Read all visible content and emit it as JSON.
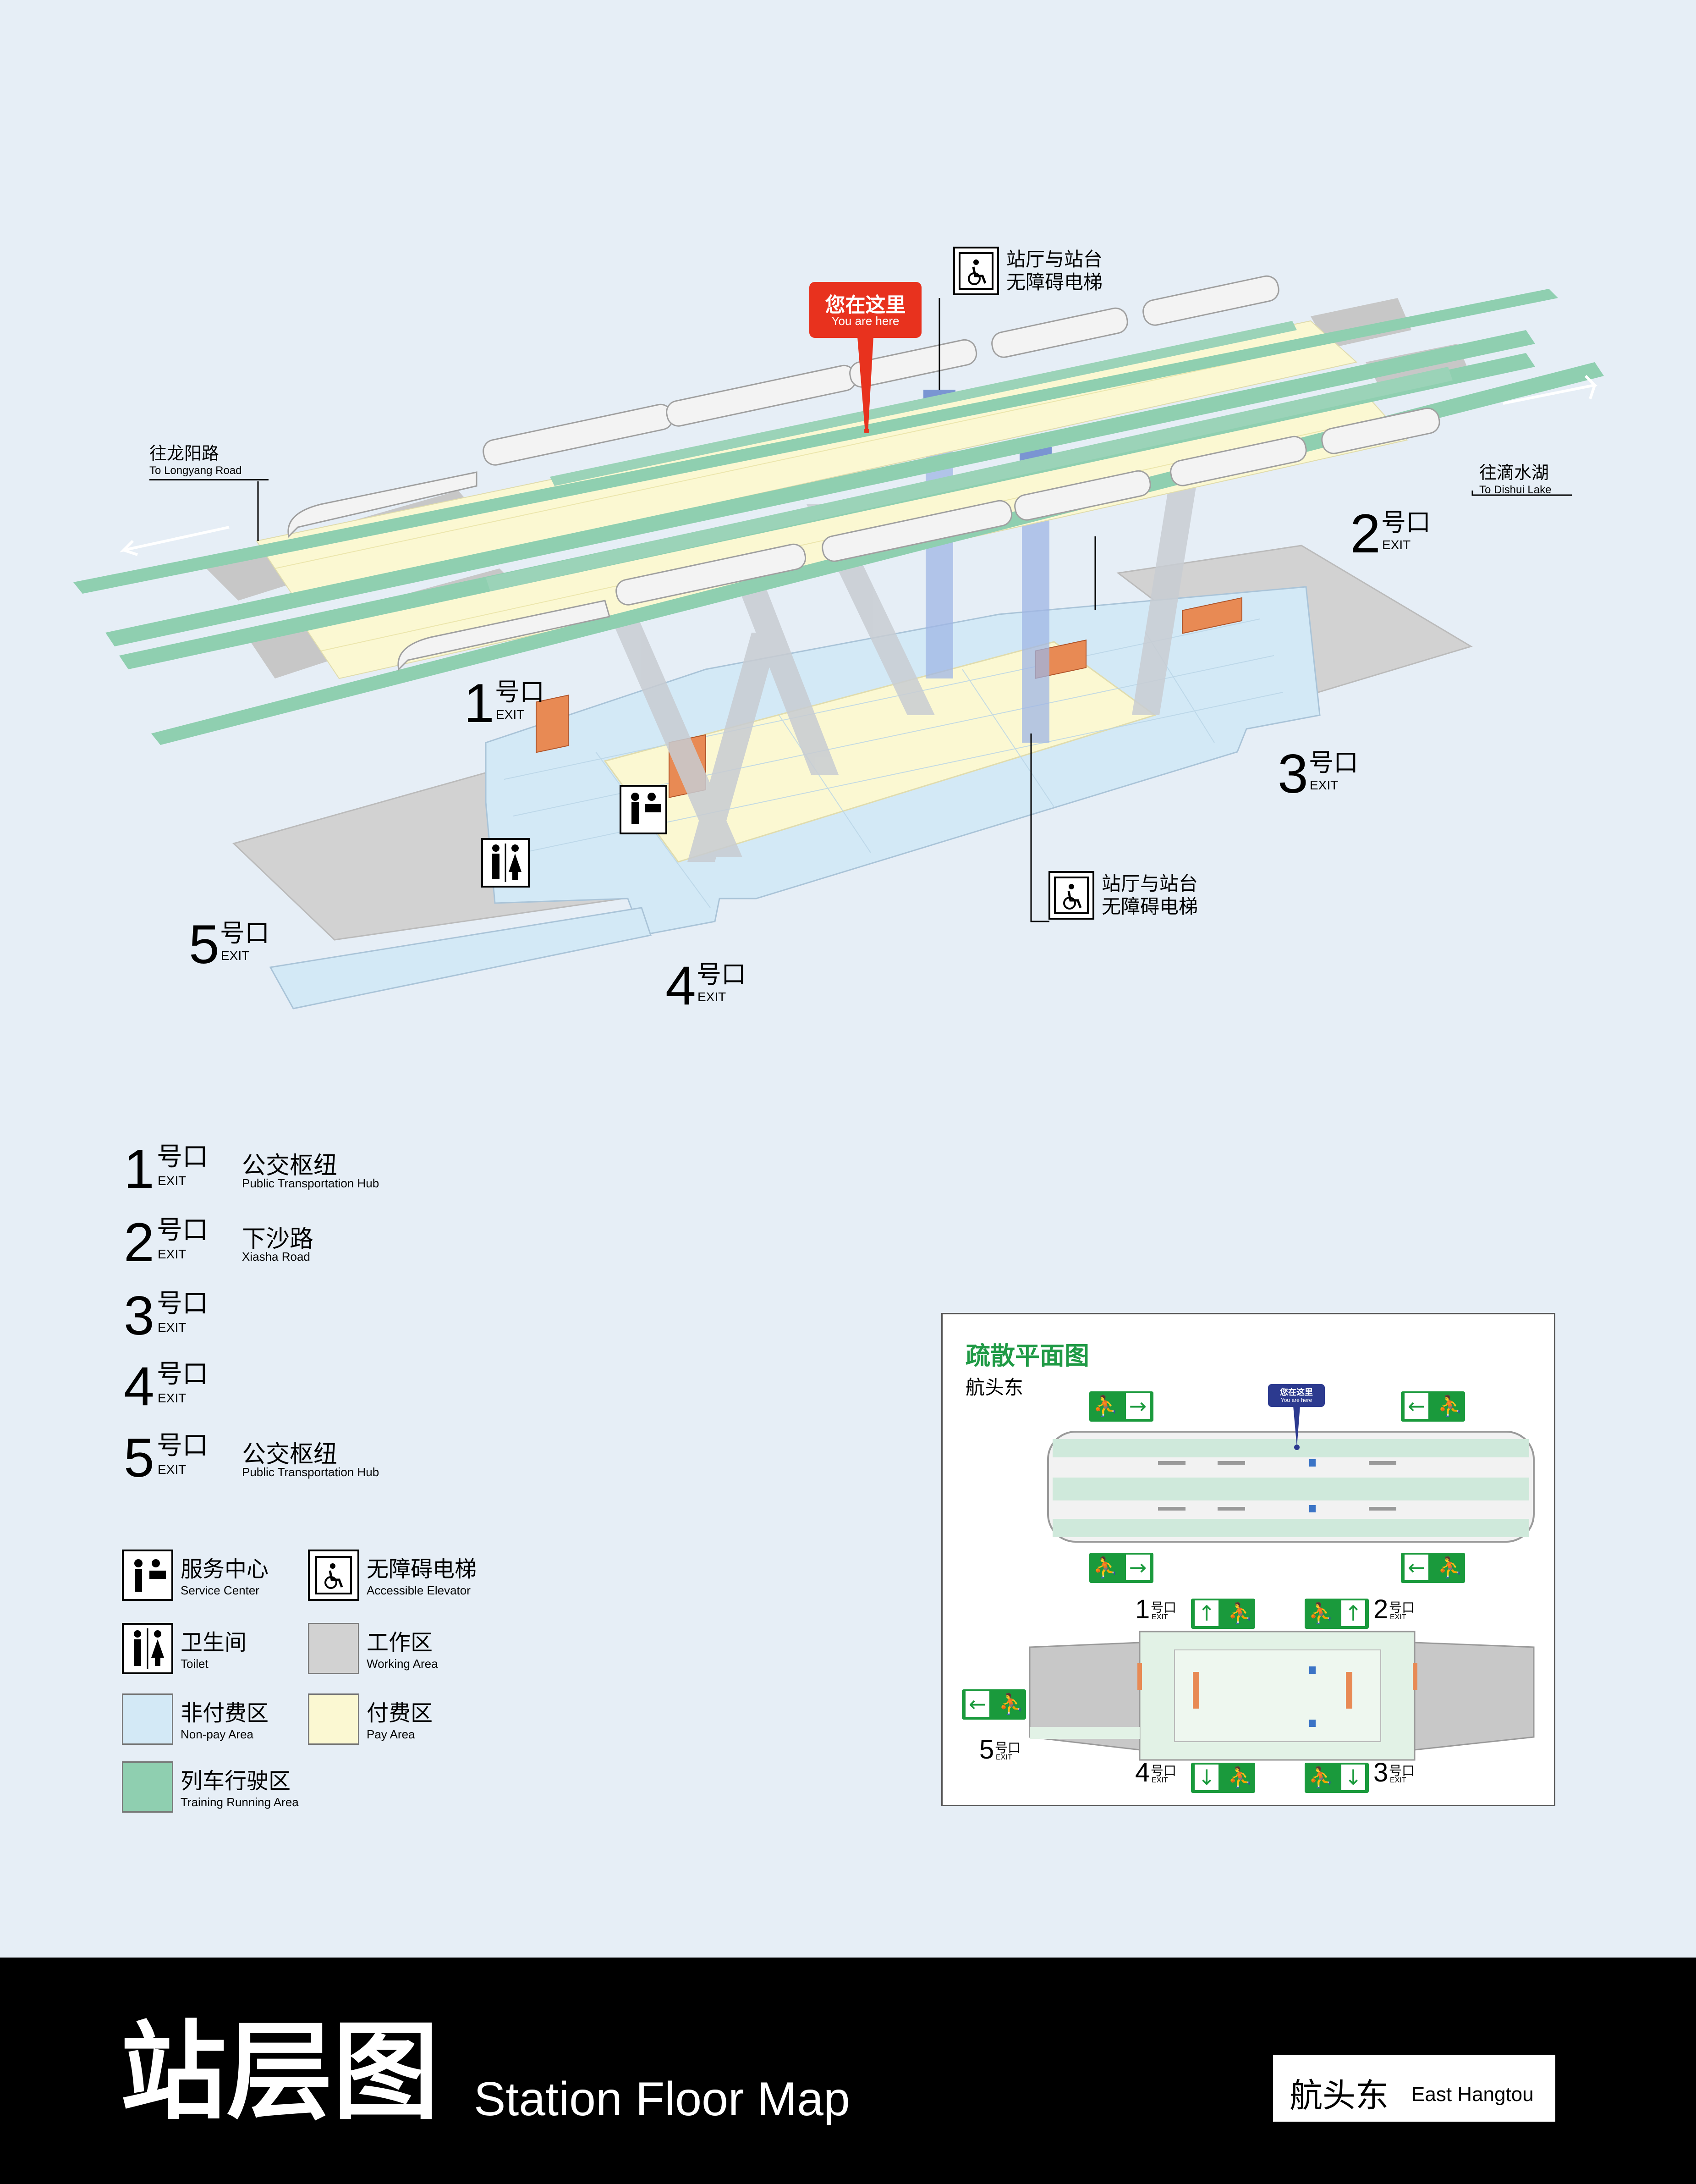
{
  "map": {
    "you_are_here": {
      "cn": "您在这里",
      "en": "You are here"
    },
    "elevator_callout_top": {
      "line1": "站厅与站台",
      "line2": "无障碍电梯"
    },
    "elevator_callout_bottom": {
      "line1": "站厅与站台",
      "line2": "无障碍电梯"
    },
    "direction_left": {
      "cn": "往龙阳路",
      "en": "To Longyang Road"
    },
    "direction_right": {
      "cn": "往滴水湖",
      "en": "To Dishui Lake"
    },
    "exit_word": "号口",
    "exit_en": "EXIT",
    "exits": [
      {
        "num": "1"
      },
      {
        "num": "2"
      },
      {
        "num": "3"
      },
      {
        "num": "4"
      },
      {
        "num": "5"
      }
    ]
  },
  "exit_list": [
    {
      "num": "1",
      "hao": "号口",
      "ex": "EXIT",
      "dest_cn": "公交枢纽",
      "dest_en": "Public Transportation Hub"
    },
    {
      "num": "2",
      "hao": "号口",
      "ex": "EXIT",
      "dest_cn": "下沙路",
      "dest_en": "Xiasha Road"
    },
    {
      "num": "3",
      "hao": "号口",
      "ex": "EXIT",
      "dest_cn": "",
      "dest_en": ""
    },
    {
      "num": "4",
      "hao": "号口",
      "ex": "EXIT",
      "dest_cn": "",
      "dest_en": ""
    },
    {
      "num": "5",
      "hao": "号口",
      "ex": "EXIT",
      "dest_cn": "公交枢纽",
      "dest_en": "Public Transportation Hub"
    }
  ],
  "legend": [
    {
      "key": "service_center",
      "cn": "服务中心",
      "en": "Service Center",
      "icon": "service-center-icon"
    },
    {
      "key": "accessible_elevator",
      "cn": "无障碍电梯",
      "en": "Accessible Elevator",
      "icon": "accessible-elevator-icon"
    },
    {
      "key": "toilet",
      "cn": "卫生间",
      "en": "Toilet",
      "icon": "toilet-icon"
    },
    {
      "key": "working_area",
      "cn": "工作区",
      "en": "Working Area",
      "color": "#d2d2d2"
    },
    {
      "key": "non_pay_area",
      "cn": "非付费区",
      "en": "Non-pay Area",
      "color": "#d3e9f6"
    },
    {
      "key": "pay_area",
      "cn": "付费区",
      "en": "Pay Area",
      "color": "#fbf8d2"
    },
    {
      "key": "train_area",
      "cn": "列车行驶区",
      "en": "Training Running Area",
      "color": "#8fcfb0"
    }
  ],
  "evacuation": {
    "title": "疏散平面图",
    "station": "航头东",
    "you_are_here": {
      "cn": "您在这里",
      "en": "You are here"
    },
    "exits": [
      {
        "num": "1",
        "hao": "号口",
        "ex": "EXIT"
      },
      {
        "num": "2",
        "hao": "号口",
        "ex": "EXIT"
      },
      {
        "num": "3",
        "hao": "号口",
        "ex": "EXIT"
      },
      {
        "num": "4",
        "hao": "号口",
        "ex": "EXIT"
      },
      {
        "num": "5",
        "hao": "号口",
        "ex": "EXIT"
      }
    ]
  },
  "footer": {
    "title_cn": "站层图",
    "title_en": "Station Floor Map",
    "station_cn": "航头东",
    "station_en": "East Hangtou"
  },
  "colors": {
    "background": "#e6eef6",
    "track": "#8fcfb0",
    "non_pay": "#d3e9f6",
    "pay": "#fbf8d2",
    "working": "#d2d2d2",
    "you_are_here": "#e8321e",
    "evac_green": "#1a9a3c",
    "elevator_shaft": "#7a95d2"
  }
}
